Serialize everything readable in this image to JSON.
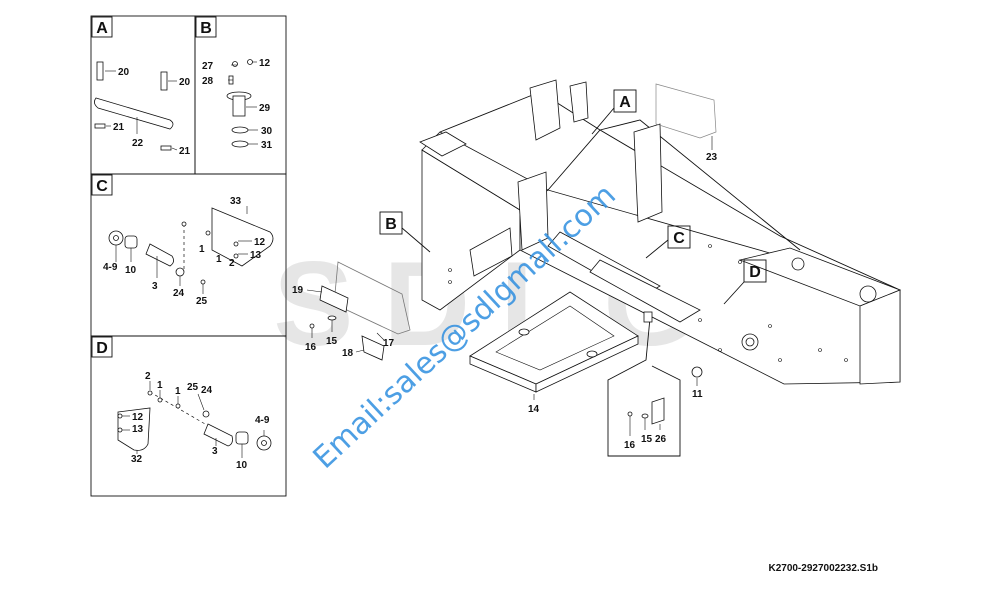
{
  "drawing_code": "K2700-2927002232.S1b",
  "watermark_text": "Email:sales@sdlgmall.com",
  "brand_watermark": "SDLG",
  "detail_boxes": {
    "A": {
      "label": "A",
      "callouts": [
        "20",
        "20",
        "21",
        "22",
        "21"
      ]
    },
    "B": {
      "label": "B",
      "callouts": [
        "27",
        "12",
        "28",
        "29",
        "30",
        "31"
      ]
    },
    "C": {
      "label": "C",
      "callouts": [
        "33",
        "1",
        "1",
        "12",
        "2",
        "13",
        "4-9",
        "10",
        "3",
        "24",
        "25"
      ]
    },
    "D": {
      "label": "D",
      "callouts": [
        "2",
        "1",
        "1",
        "25",
        "24",
        "12",
        "13",
        "32",
        "3",
        "10",
        "4-9"
      ]
    }
  },
  "main_callouts": {
    "flags": [
      "A",
      "B",
      "C",
      "D"
    ],
    "numbers": [
      "23",
      "19",
      "16",
      "15",
      "18",
      "17",
      "14",
      "11"
    ]
  },
  "inset_callouts": [
    "16",
    "15",
    "26"
  ],
  "colors": {
    "line": "#111111",
    "watermark_text": "#2f8fe0",
    "brand_watermark": "#e6e6e6"
  }
}
